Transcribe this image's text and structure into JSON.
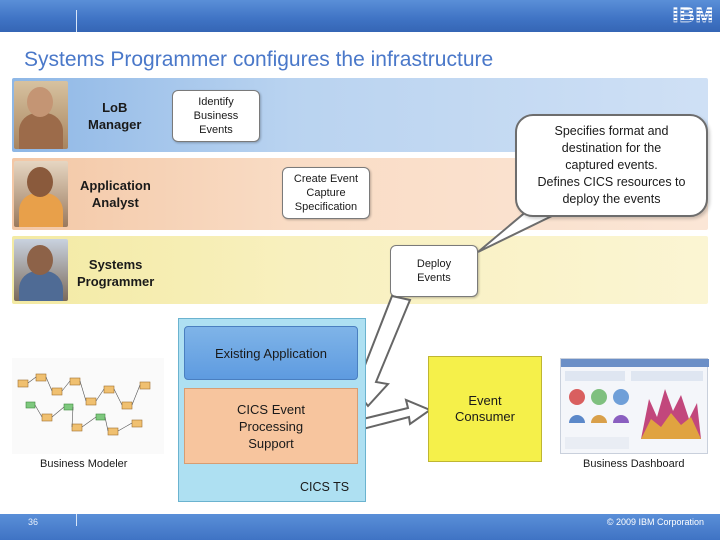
{
  "header": {
    "logo": "IBM"
  },
  "title": "Systems Programmer configures the infrastructure",
  "roles": [
    {
      "name": "Lo​B\nManager",
      "label1": "LoB",
      "label2": "Manager",
      "task": "Identify\nBusiness\nEvents"
    },
    {
      "label1": "Application",
      "label2": "Analyst",
      "task": "Create Event\nCapture\nSpecification"
    },
    {
      "label1": "Systems",
      "label2": "Programmer",
      "task": "Deploy\nEvents"
    }
  ],
  "callout": "Specifies format and\ndestination for the\ncaptured events.\nDefines CICS resources to\ndeploy the events",
  "cics": {
    "existing": "Existing Application",
    "event_processing": "CICS Event\nProcessing\nSupport",
    "container": "CICS TS"
  },
  "consumer": "Event\nConsumer",
  "business_modeler": "Business Modeler",
  "business_dashboard": "Business Dashboard",
  "footer": {
    "page": "36",
    "copyright": "© 2009 IBM Corporation"
  },
  "colors": {
    "brand": "#3f73c4",
    "title": "#4a78c9",
    "consumer": "#f5f04a",
    "cics_bg": "#aee0f2",
    "existing": "#5e9be0",
    "event_processing": "#f7c59e"
  }
}
